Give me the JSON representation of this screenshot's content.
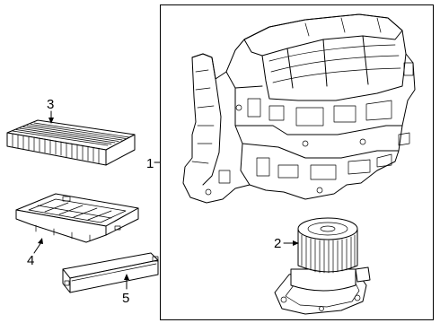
{
  "callouts": {
    "c1": "1",
    "c2": "2",
    "c3": "3",
    "c4": "4",
    "c5": "5"
  },
  "parts": [
    {
      "callout": "1",
      "icon": "hvac-unit-assembly-icon"
    },
    {
      "callout": "2",
      "icon": "blower-motor-icon"
    },
    {
      "callout": "3",
      "icon": "cabin-air-filter-icon"
    },
    {
      "callout": "4",
      "icon": "filter-housing-icon"
    },
    {
      "callout": "5",
      "icon": "filter-cover-icon"
    }
  ]
}
